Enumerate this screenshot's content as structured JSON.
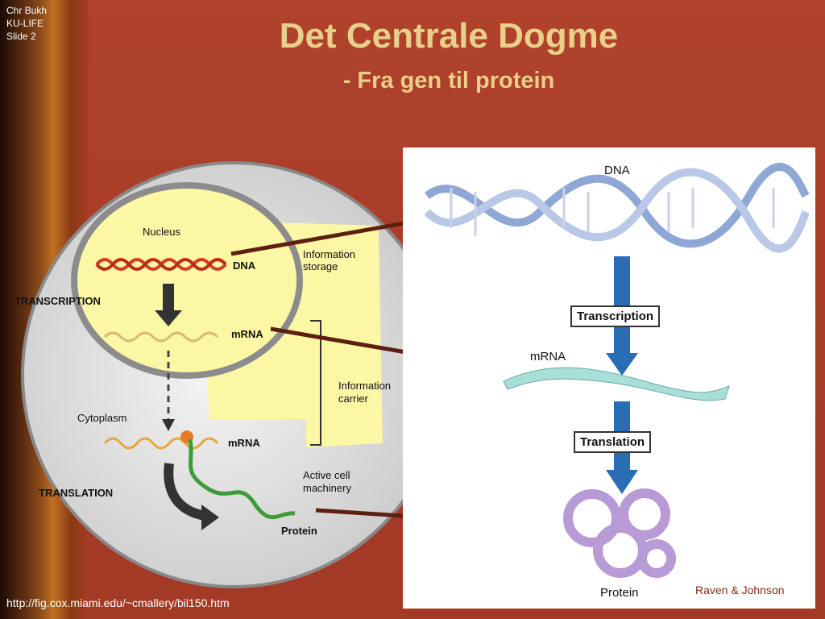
{
  "header": {
    "author": "Chr Bukh",
    "org": "KU-LIFE",
    "slide": "Slide 2"
  },
  "title": "Det Centrale Dogme",
  "subtitle": "- Fra gen til protein",
  "cell_diagram": {
    "nucleus": "Nucleus",
    "dna": "DNA",
    "info_storage_1": "Information",
    "info_storage_2": "storage",
    "transcription": "TRANSCRIPTION",
    "mrna_nucleus": "mRNA",
    "info_carrier_1": "Information",
    "info_carrier_2": "carrier",
    "cytoplasm": "Cytoplasm",
    "mrna_cytoplasm": "mRNA",
    "active_cell_1": "Active cell",
    "active_cell_2": "machinery",
    "translation": "TRANSLATION",
    "protein": "Protein"
  },
  "panel": {
    "dna": "DNA",
    "transcription": "Transcription",
    "mrna": "mRNA",
    "translation": "Translation",
    "protein": "Protein",
    "credit": "Raven & Johnson"
  },
  "source_url": "http://fig.cox.miami.edu/~cmallery/bil150.htm",
  "colors": {
    "background": "#a63b26",
    "title": "#e8d08a",
    "arrow": "#5c1f10",
    "flow_arrow": "#2a6db5"
  }
}
